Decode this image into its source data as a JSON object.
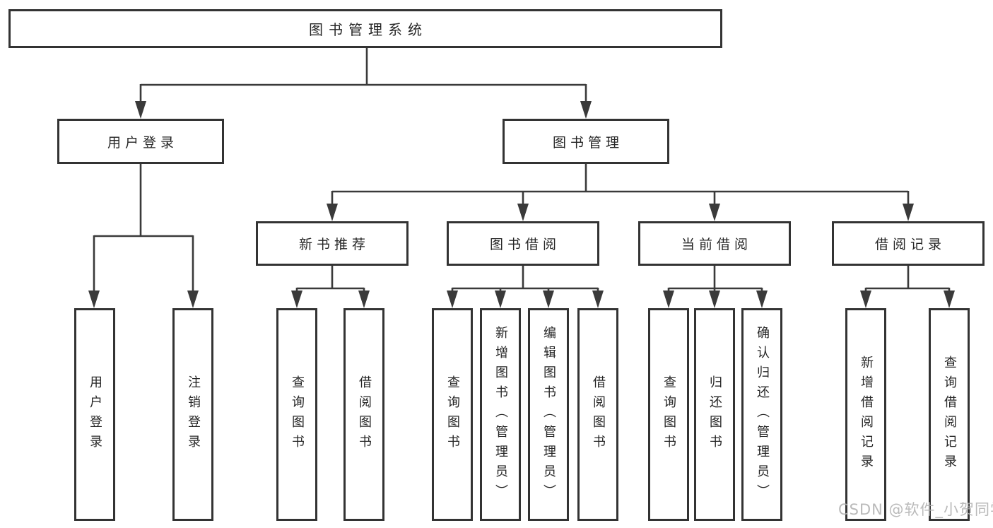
{
  "colors": {
    "line": "#3a3a3a",
    "box_border": "#333333",
    "box_fill": "#ffffff",
    "text": "#262626",
    "watermark": "#b2b2b2",
    "background": "#ffffff"
  },
  "tree": {
    "root": {
      "label": "图书管理系统"
    },
    "branches": [
      {
        "label": "用户登录",
        "children": [
          "用户登录",
          "注销登录"
        ]
      },
      {
        "label": "图书管理",
        "sections": [
          {
            "label": "新书推荐",
            "children": [
              "查询图书",
              "借阅图书"
            ]
          },
          {
            "label": "图书借阅",
            "children": [
              "查询图书",
              "新增图书（管理员）",
              "编辑图书（管理员）",
              "借阅图书"
            ]
          },
          {
            "label": "当前借阅",
            "children": [
              "查询图书",
              "归还图书",
              "确认归还（管理员）"
            ]
          },
          {
            "label": "借阅记录",
            "children": [
              "新增借阅记录",
              "查询借阅记录"
            ]
          }
        ]
      }
    ]
  },
  "watermark": "CSDN @软件_小贺同学"
}
